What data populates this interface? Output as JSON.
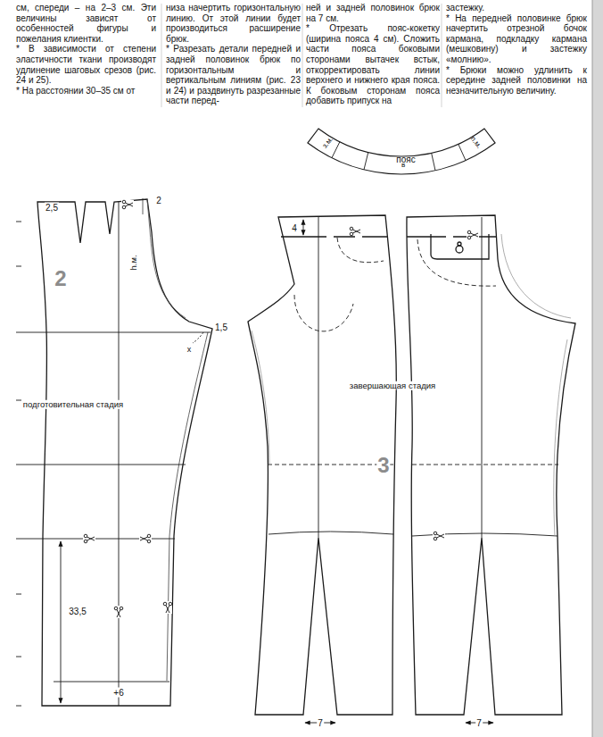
{
  "diagram": {
    "labels": [
      "см, спереди – на 2–3 см. Эти величины зависят от особенностей фигуры и пожелания клиентки.",
      "* В зависимости от степени эластичности ткани производят удлинение шаговых срезов (рис. 24 и 25).",
      "* На расстоянии 30–35 см от",
      "низа начертить горизонтальную линию. От этой линии будет производиться расширение брюк.",
      "* Разрезать детали передней и задней половинок брюк по горизонтальным и вертикальным линиям (рис. 23 и 24) и раздвинуть разрезанные части перед-",
      "ней и задней половинок брюк на 7 см.",
      "* Отрезать пояс-кокетку (ширина пояса 4 см). Сложить части пояса боковыми сторонами вытачек встык, откорректировать линии верхнего и нижнего края пояса. К боковым сторонам пояса добавить припуск на",
      "застежку.",
      "* На передней половинке брюк начертить отрезной бочок кармана, подкладку кармана (мешковину) и застежку «молнию».",
      "* Брюки можно удлинить к середине задней половинки на незначительную величину.",
      "пояс",
      "з.м.",
      "в",
      "п.м.",
      "2,5",
      "2",
      "2",
      "h.м.",
      "1,5",
      "x",
      "подготовительная стадия",
      "33,5",
      "+6",
      "4",
      "завершающая стадия",
      "3",
      "7",
      "7"
    ]
  }
}
